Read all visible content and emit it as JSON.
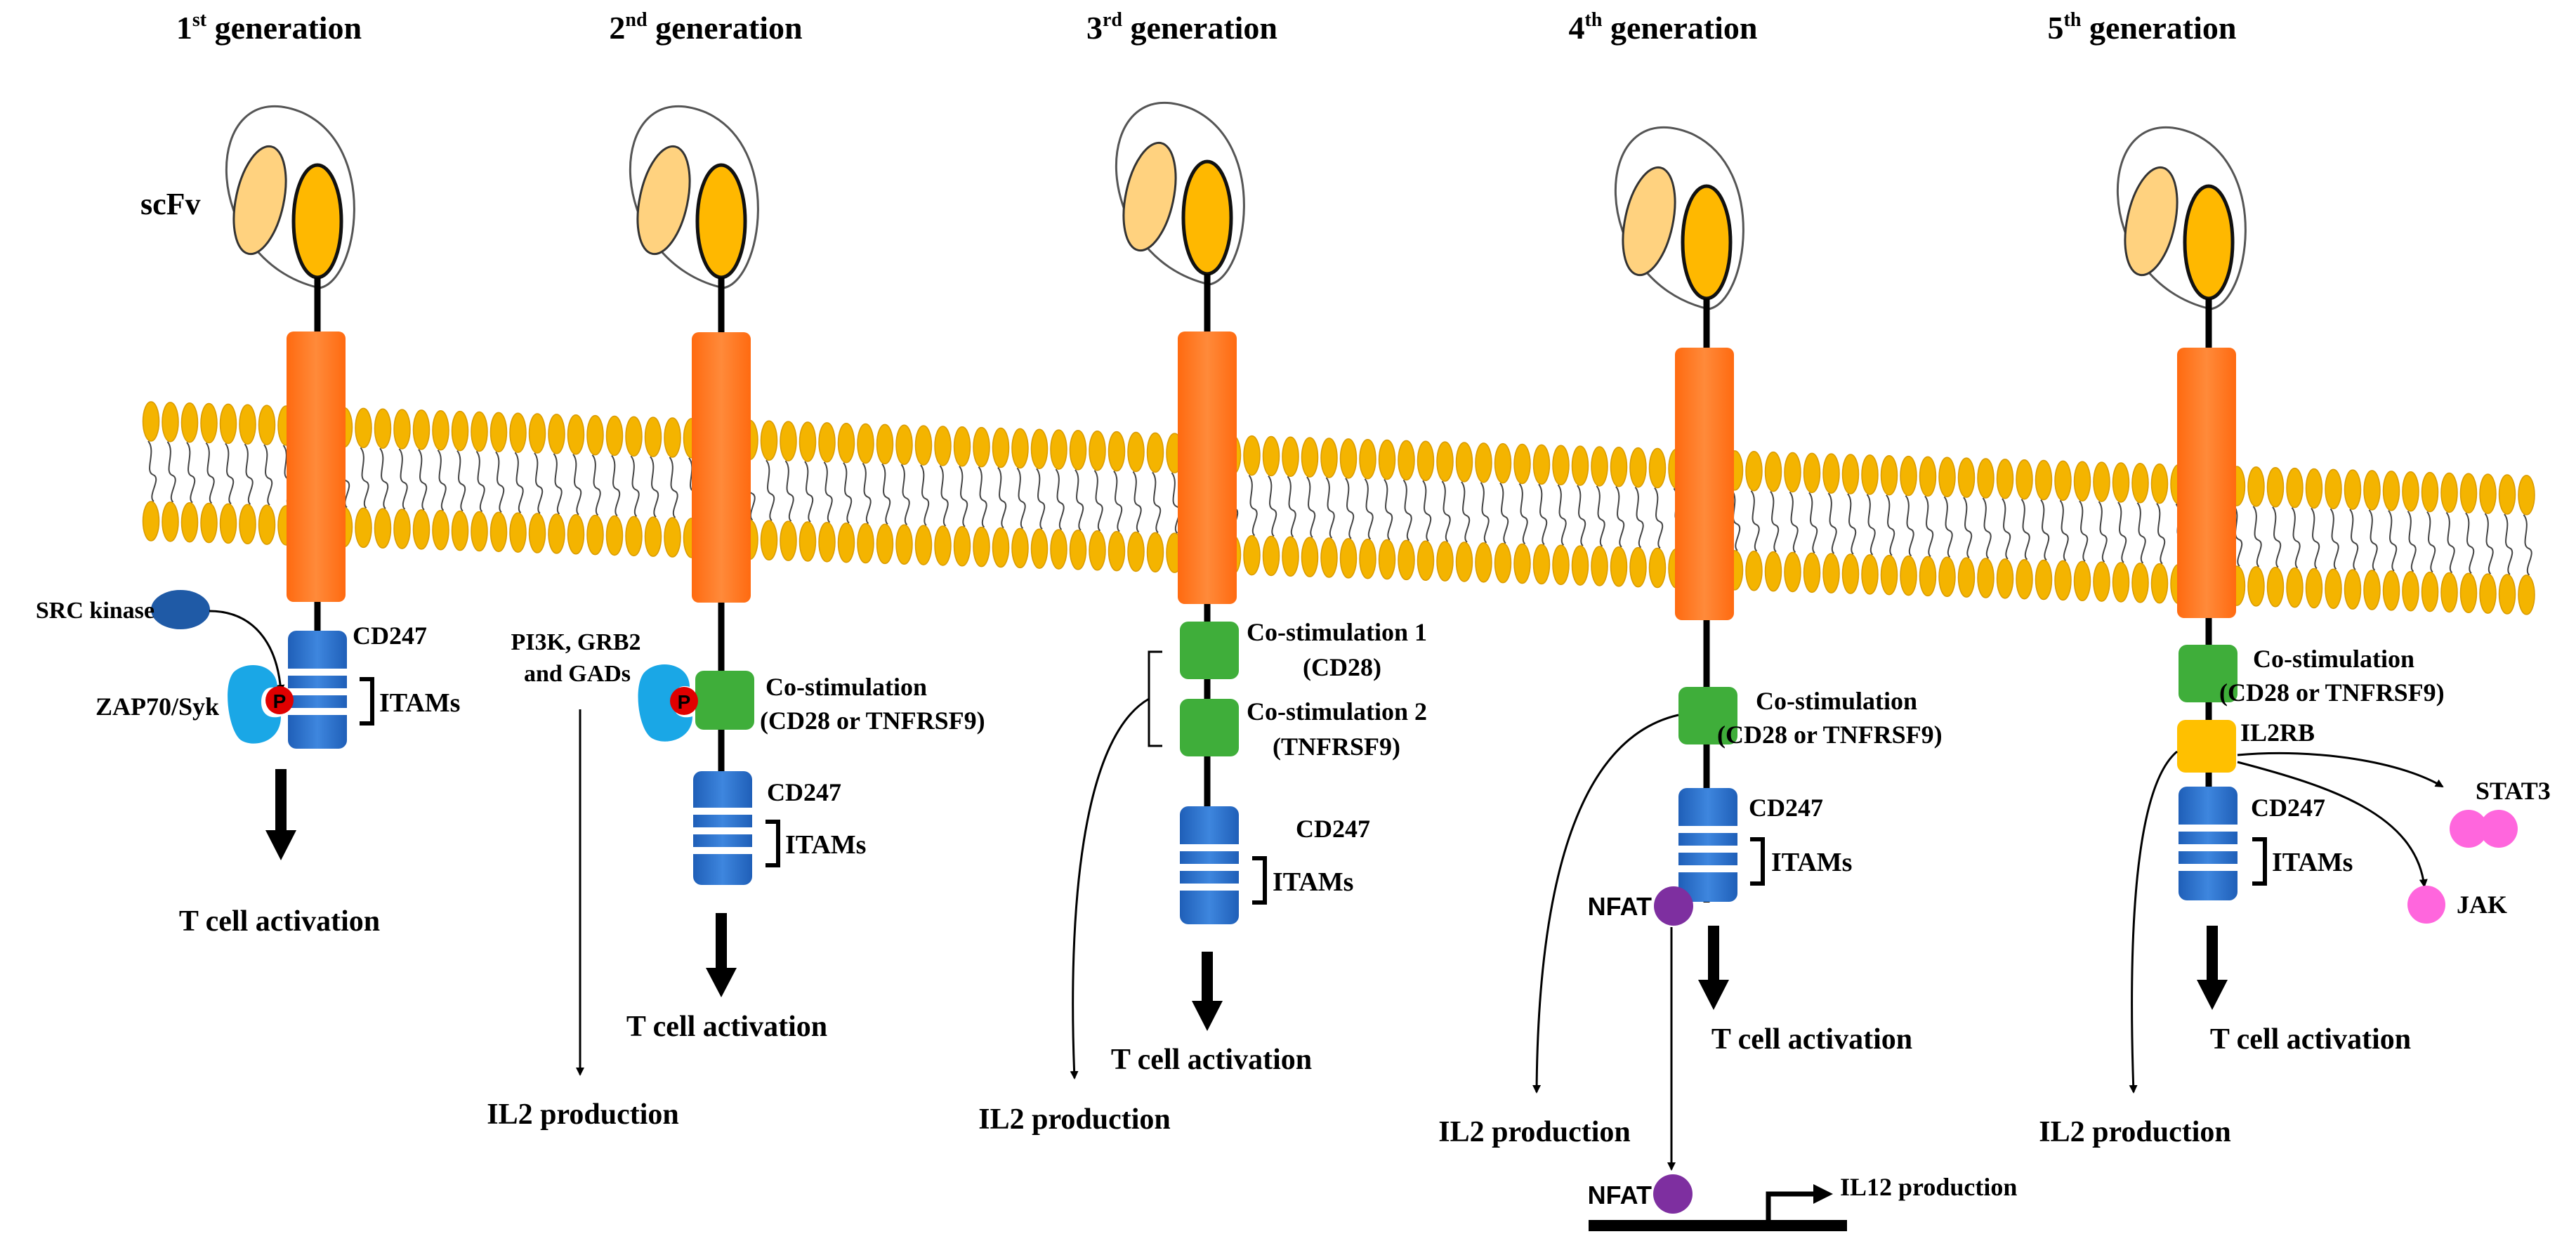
{
  "colors": {
    "scfv_light": "#FFD27F",
    "scfv_dark": "#FFB800",
    "transmembrane": "#FF7A1F",
    "lipid": "#F4B400",
    "cd247": "#2A6FC9",
    "costim": "#3FAE3A",
    "il2rb": "#FFC000",
    "src_kinase": "#1F5AA6",
    "zap70": "#1AA7E6",
    "phospho": "#E00000",
    "nfat": "#7E2FA0",
    "stat3": "#FF66DD",
    "jak": "#FF66DD"
  },
  "generations": [
    {
      "ordinal": "1",
      "suffix": "st",
      "rest": " generation"
    },
    {
      "ordinal": "2",
      "suffix": "nd",
      "rest": " generation"
    },
    {
      "ordinal": "3",
      "suffix": "rd",
      "rest": " generation"
    },
    {
      "ordinal": "4",
      "suffix": "th",
      "rest": " generation"
    },
    {
      "ordinal": "5",
      "suffix": "th",
      "rest": " generation"
    }
  ],
  "labels": {
    "scfv": "scFv",
    "src_kinase": "SRC kinase",
    "zap70": "ZAP70/Syk",
    "phospho": "P",
    "cd247": "CD247",
    "itams": "ITAMs",
    "t_cell_activation": "T cell activation",
    "pi3k_line1": "PI3K, GRB2",
    "pi3k_line2": "and GADs",
    "costim": "Co-stimulation",
    "costim_detail": "(CD28 or TNFRSF9)",
    "costim1": "Co-stimulation 1",
    "costim1_detail": "(CD28)",
    "costim2": "Co-stimulation 2",
    "costim2_detail": "(TNFRSF9)",
    "il2_production": "IL2 production",
    "nfat": "NFAT",
    "il12_production": "IL12 production",
    "il2rb": "IL2RB",
    "stat3": "STAT3",
    "jak": "JAK"
  }
}
